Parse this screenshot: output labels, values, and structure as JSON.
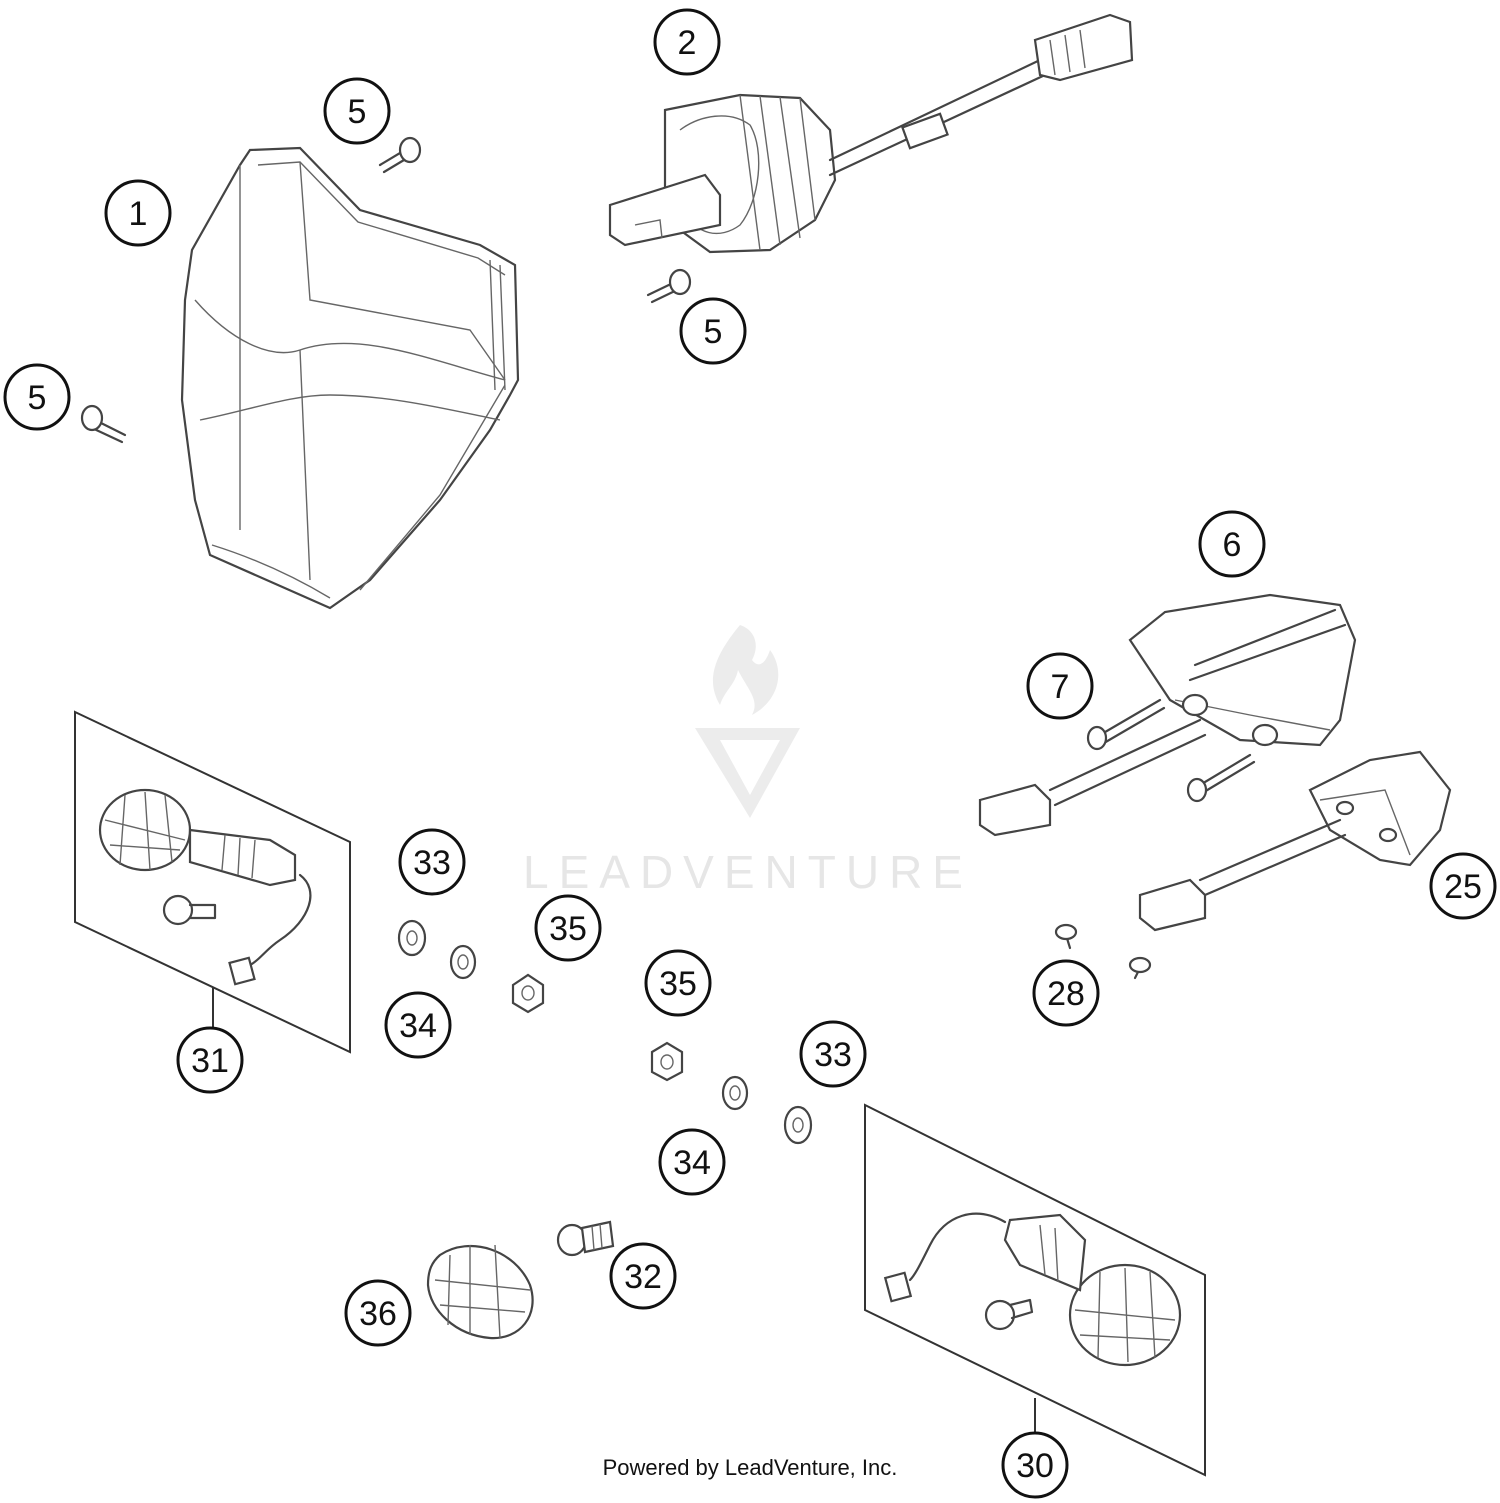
{
  "watermark": {
    "brand": "LEADVENTURE",
    "logo_icon": "flame-v-logo-icon"
  },
  "footer": {
    "text": "Powered by LeadVenture, Inc."
  },
  "callouts": [
    {
      "id": "c1",
      "label": "1"
    },
    {
      "id": "c2",
      "label": "2"
    },
    {
      "id": "c5a",
      "label": "5"
    },
    {
      "id": "c5b",
      "label": "5"
    },
    {
      "id": "c5c",
      "label": "5"
    },
    {
      "id": "c6",
      "label": "6"
    },
    {
      "id": "c7",
      "label": "7"
    },
    {
      "id": "c25",
      "label": "25"
    },
    {
      "id": "c28",
      "label": "28"
    },
    {
      "id": "c31",
      "label": "31"
    },
    {
      "id": "c33a",
      "label": "33"
    },
    {
      "id": "c35a",
      "label": "35"
    },
    {
      "id": "c34a",
      "label": "34"
    },
    {
      "id": "c35b",
      "label": "35"
    },
    {
      "id": "c33b",
      "label": "33"
    },
    {
      "id": "c34b",
      "label": "34"
    },
    {
      "id": "c32",
      "label": "32"
    },
    {
      "id": "c36",
      "label": "36"
    },
    {
      "id": "c30",
      "label": "30"
    }
  ]
}
